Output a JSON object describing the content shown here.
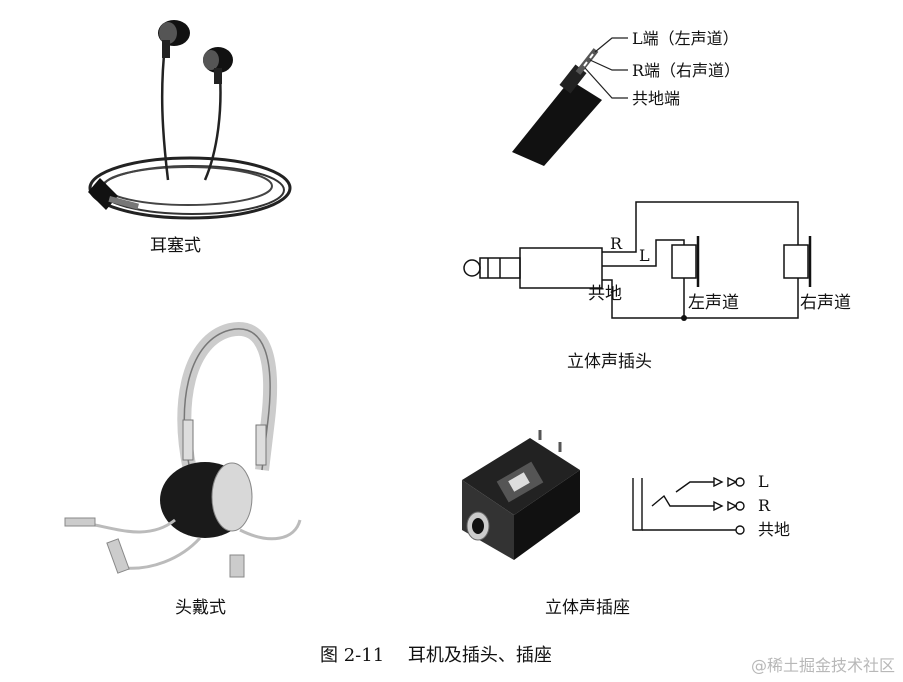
{
  "panels": {
    "earbud": {
      "caption": "耳塞式"
    },
    "headband": {
      "caption": "头戴式"
    },
    "plug": {
      "caption": "立体声插头",
      "callouts": [
        "L端（左声道）",
        "R端（右声道）",
        "共地端"
      ],
      "wire_labels": {
        "r": "R",
        "l": "L",
        "ground": "共地"
      },
      "speakers": {
        "left": "左声道",
        "right": "右声道"
      }
    },
    "socket": {
      "caption": "立体声插座",
      "terminals": [
        "L",
        "R",
        "共地"
      ]
    }
  },
  "figure_caption": "图 2-11　 耳机及插头、插座",
  "watermark": "@稀土掘金技术社区"
}
